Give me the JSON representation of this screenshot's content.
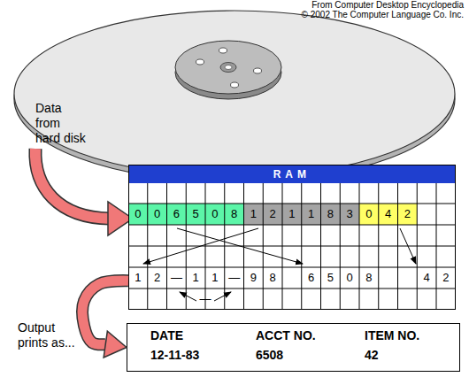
{
  "diagram": {
    "nodes": [
      {
        "text": [
          "RAM"
        ]
      },
      {
        "text": [
          "DATE",
          "12-11-83",
          "ACCT NO.",
          "6508",
          "ITEM NO.",
          "42"
        ]
      }
    ],
    "edges": [
      {
        "from": 0,
        "to": 1,
        "arrow": "to"
      }
    ],
    "labels": [
      "From Computer Desktop Encyclopedia",
      "© 2002 The Computer Language Co. Inc.",
      "Data from hard disk",
      "0",
      "0",
      "6",
      "5",
      "0",
      "8",
      "1",
      "2",
      "1",
      "1",
      "8",
      "3",
      "0",
      "4",
      "2",
      "1",
      "2",
      "—",
      "1",
      "1",
      "—",
      "9",
      "8",
      "6",
      "5",
      "0",
      "8",
      "4",
      "2",
      "—",
      "Output prints as..."
    ]
  }
}
